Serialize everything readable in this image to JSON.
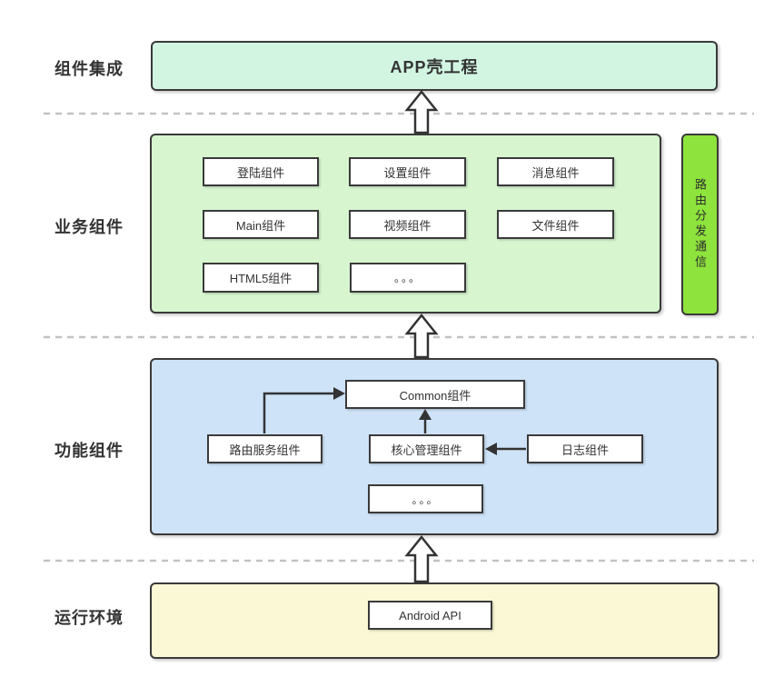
{
  "labels": {
    "integration": "组件集成",
    "business": "业务组件",
    "function": "功能组件",
    "runtime": "运行环境"
  },
  "integration": {
    "shell_title": "APP壳工程"
  },
  "business": {
    "items": [
      "登陆组件",
      "设置组件",
      "消息组件",
      "Main组件",
      "视频组件",
      "文件组件",
      "HTML5组件",
      "。。。"
    ]
  },
  "routing_bar": {
    "label": "路由分发通信"
  },
  "function": {
    "common": "Common组件",
    "router_service": "路由服务组件",
    "core_manager": "核心管理组件",
    "log": "日志组件",
    "ellipsis": "。。。"
  },
  "runtime": {
    "api": "Android API"
  },
  "colors": {
    "integration_fill": "#d2f5e2",
    "business_fill": "#d7f6d0",
    "routing_fill": "#8ee33c",
    "function_fill": "#cfe3f8",
    "runtime_fill": "#fbf8d5",
    "box_border": "#3a3a3a",
    "dashed_line": "#c2c2c2",
    "arrow": "#333333"
  }
}
